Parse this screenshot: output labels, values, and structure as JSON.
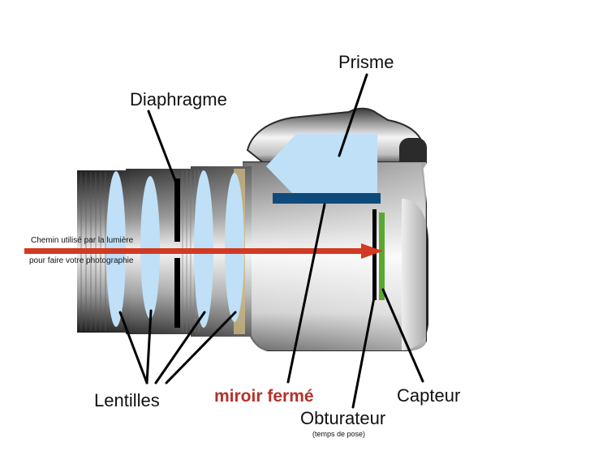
{
  "labels": {
    "prisme": "Prisme",
    "diaphragme": "Diaphragme",
    "lentilles": "Lentilles",
    "miroir": "miroir fermé",
    "capteur": "Capteur",
    "obturateur": "Obturateur",
    "obturateur_note": "(temps de pose)",
    "path_line1": "Chemin utilisé par la lumière",
    "path_line2": "pour faire votre photographie"
  },
  "colors": {
    "lens": "#bfe0f7",
    "prism": "#bfe0f7",
    "mirror": "#0f4a7c",
    "sensor": "#5aa832",
    "light_path": "#d23a22",
    "miroir_text": "#b5312b",
    "body_dark": "#2b2b2b",
    "body_light": "#e8e8e8"
  },
  "icons": {
    "camera": "camera-body-illustration",
    "arrow": "light-path-arrow"
  }
}
